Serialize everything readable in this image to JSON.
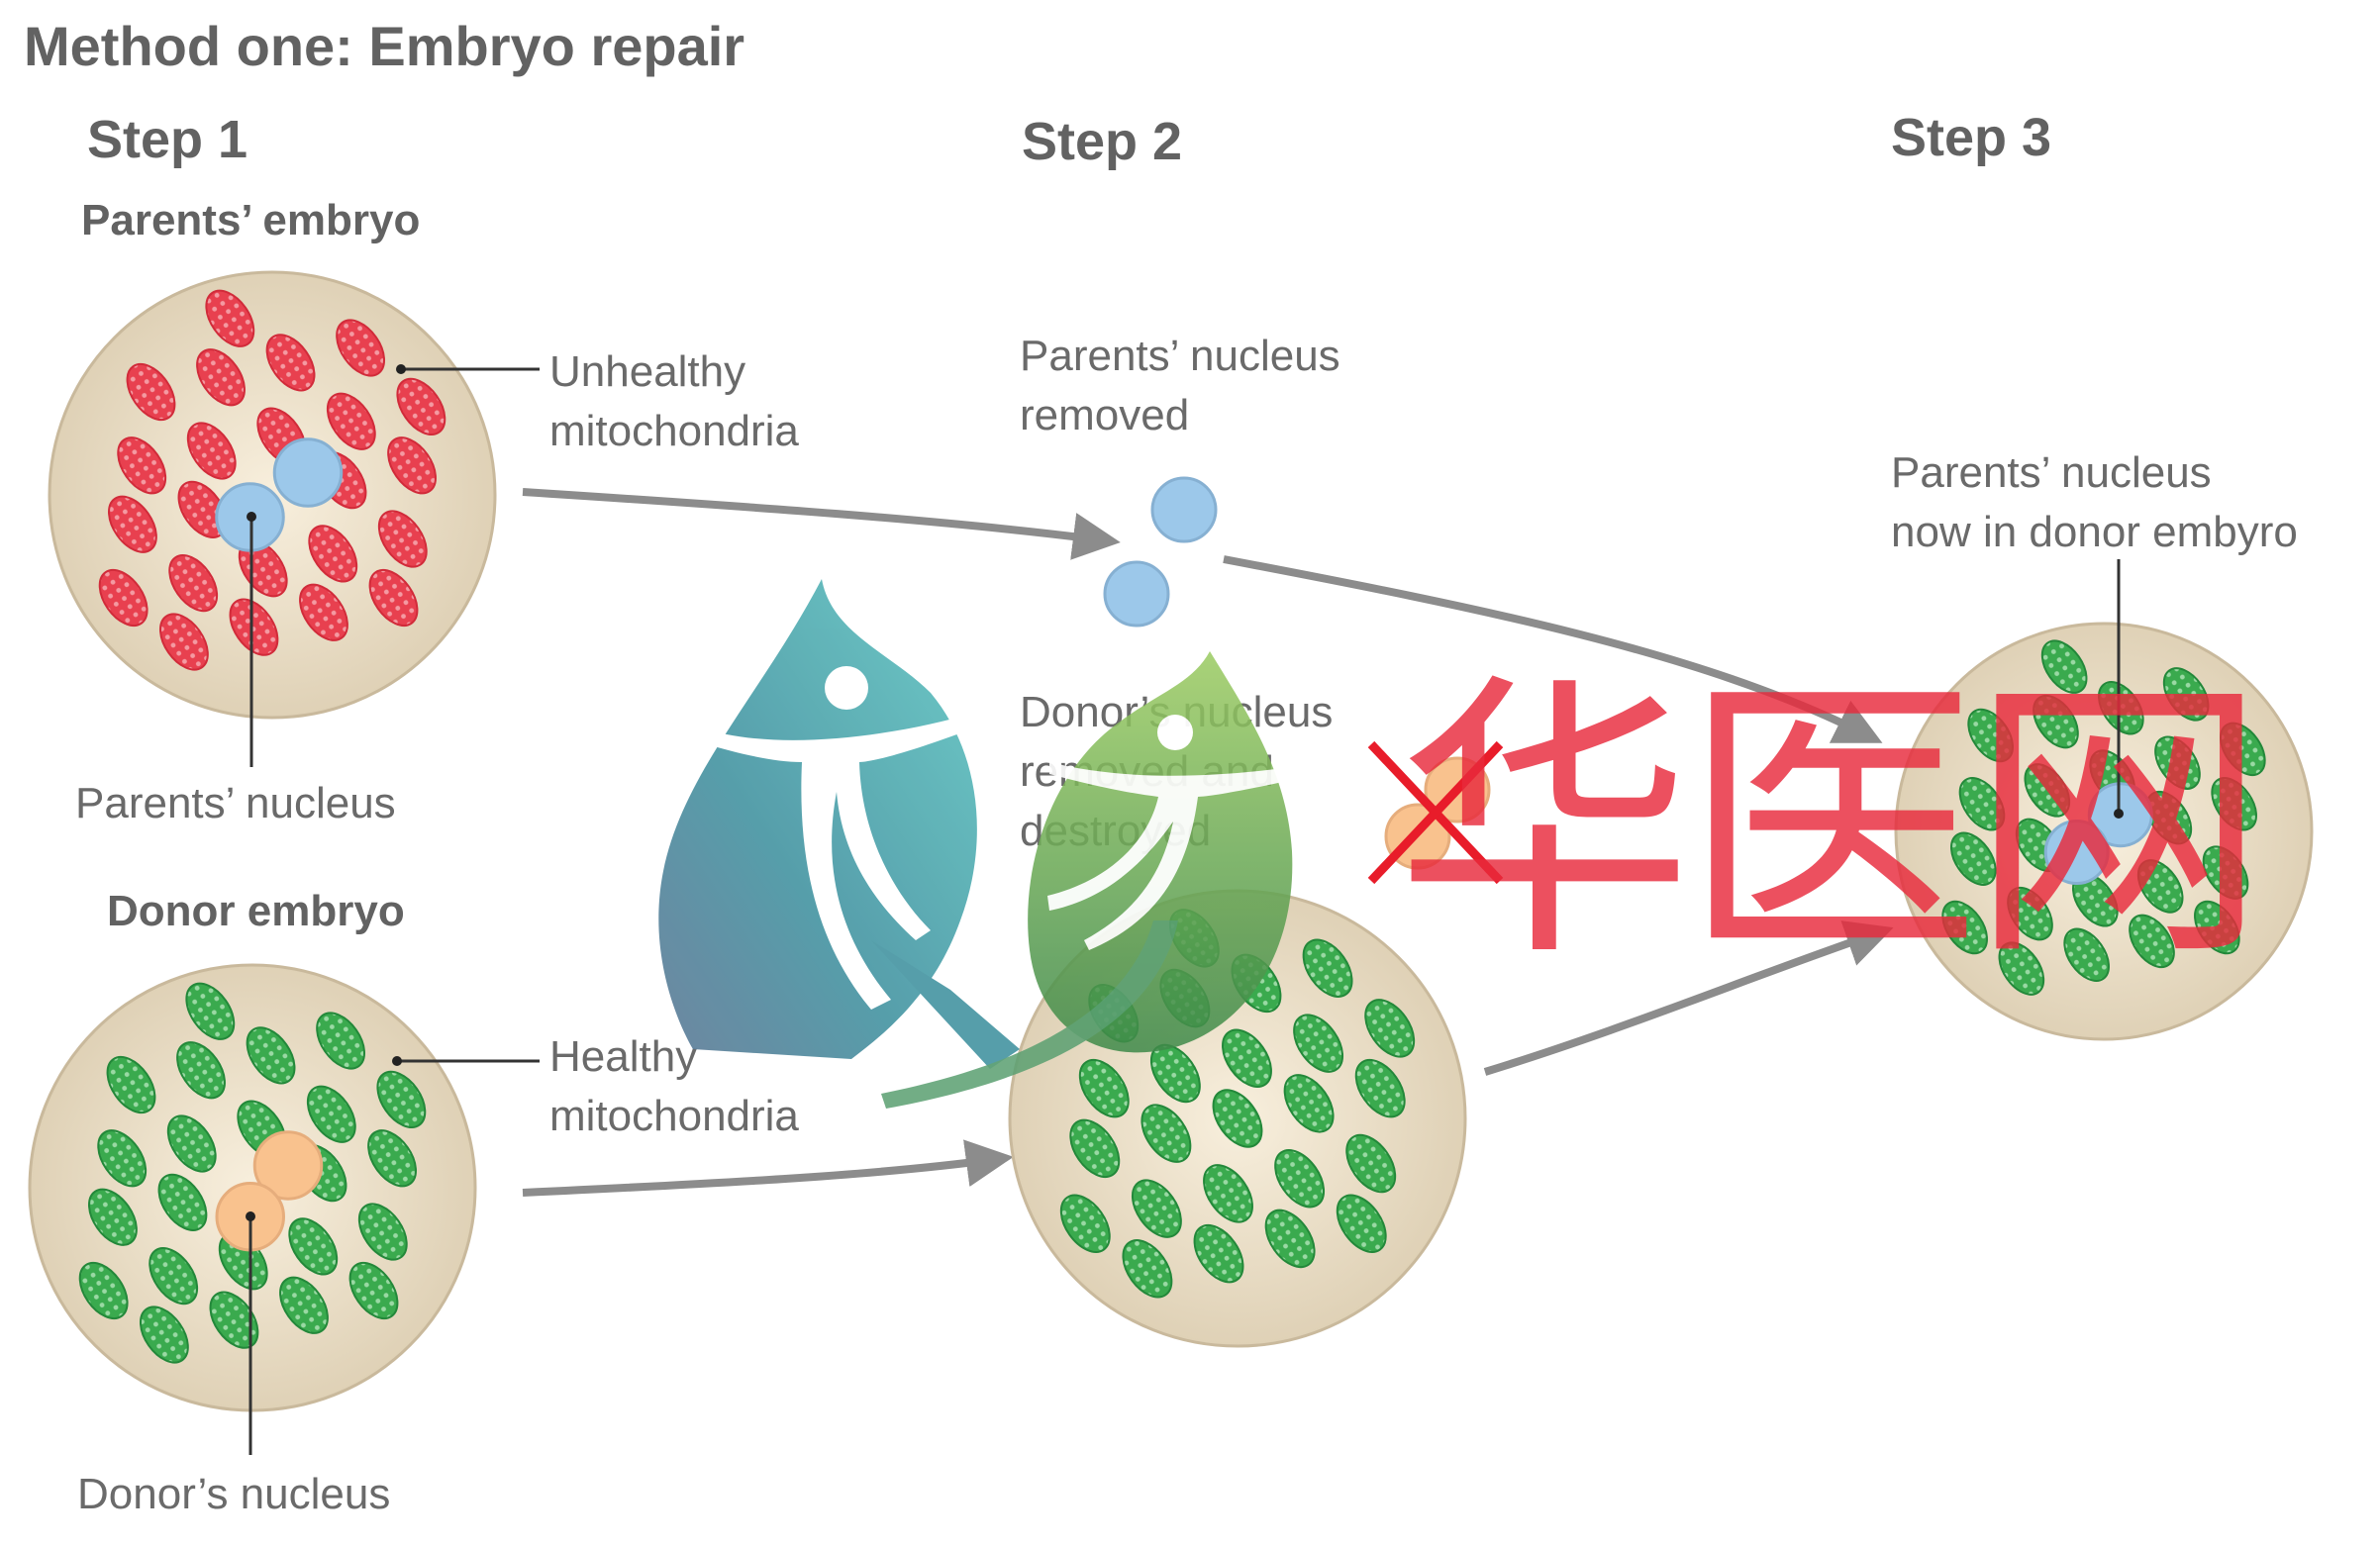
{
  "title": "Method one: Embryo repair",
  "steps": [
    {
      "label": "Step 1"
    },
    {
      "label": "Step 2"
    },
    {
      "label": "Step 3"
    }
  ],
  "step1": {
    "parents_embryo_heading": "Parents’ embryo",
    "donor_embryo_heading": "Donor embryo",
    "unhealthy_label": [
      "Unhealthy",
      "mitochondria"
    ],
    "parents_nucleus_label": "Parents’ nucleus",
    "healthy_label": [
      "Healthy",
      "mitochondria"
    ],
    "donor_nucleus_label": "Donor’s nucleus"
  },
  "step2": {
    "parents_nucleus_removed": [
      "Parents’ nucleus",
      "removed"
    ],
    "donor_nucleus_destroyed": [
      "Donor’s nucleus",
      "removed and",
      "destroyed"
    ]
  },
  "step3": {
    "result_label": [
      "Parents’ nucleus",
      "now in donor embyro"
    ]
  },
  "watermark": {
    "text": "华医网",
    "logo": "leaf-figure-logo"
  },
  "colors": {
    "cell_fill": "#e6d9c0",
    "cell_center": "#f6ecd9",
    "unhealthy_mito": "#e8404f",
    "healthy_mito": "#3aaa4e",
    "parents_nucleus": "#9cc8ea",
    "donor_nucleus": "#f9c28e",
    "arrow": "#8c8c8c",
    "watermark_red": "#e8293c",
    "logo_teal": "#4aa6ad",
    "logo_green": "#6fb15a"
  }
}
